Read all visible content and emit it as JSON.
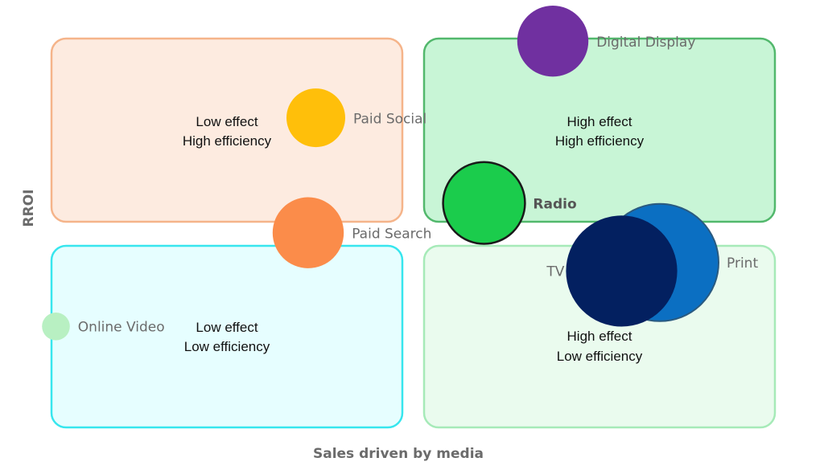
{
  "chart_data": {
    "type": "scatter",
    "xlabel": "Sales driven by media",
    "ylabel": "RROI",
    "quadrants": [
      {
        "id": "top-left",
        "fill": "#fdebe0",
        "stroke": "#f5b48a",
        "lines": [
          "Low effect",
          "High efficiency"
        ]
      },
      {
        "id": "top-right",
        "fill": "#c8f5d6",
        "stroke": "#52b86c",
        "lines": [
          "High effect",
          "High efficiency"
        ]
      },
      {
        "id": "bottom-left",
        "fill": "#e6feff",
        "stroke": "#37e6ee",
        "lines": [
          "Low effect",
          "Low efficiency"
        ]
      },
      {
        "id": "bottom-right",
        "fill": "#eafbee",
        "stroke": "#a6eab8",
        "lines": [
          "High effect",
          "Low efficiency"
        ]
      }
    ],
    "points": [
      {
        "name": "Online Video",
        "x": 0.01,
        "y": 0.29,
        "size": 0.18,
        "color": "#b8f0c2"
      },
      {
        "name": "Paid Social",
        "x": 0.35,
        "y": 0.78,
        "size": 0.38,
        "color": "#ffbf0a"
      },
      {
        "name": "Paid Search",
        "x": 0.34,
        "y": 0.51,
        "size": 0.46,
        "color": "#fb8c4a"
      },
      {
        "name": "Digital Display",
        "x": 0.66,
        "y": 0.96,
        "size": 0.46,
        "color": "#7030a0"
      },
      {
        "name": "Radio",
        "x": 0.57,
        "y": 0.58,
        "size": 0.53,
        "color": "#1bcc4c"
      },
      {
        "name": "Print",
        "x": 0.8,
        "y": 0.44,
        "size": 0.76,
        "color": "#0b6fc2"
      },
      {
        "name": "TV",
        "x": 0.75,
        "y": 0.42,
        "size": 0.72,
        "color": "#032060"
      }
    ]
  }
}
